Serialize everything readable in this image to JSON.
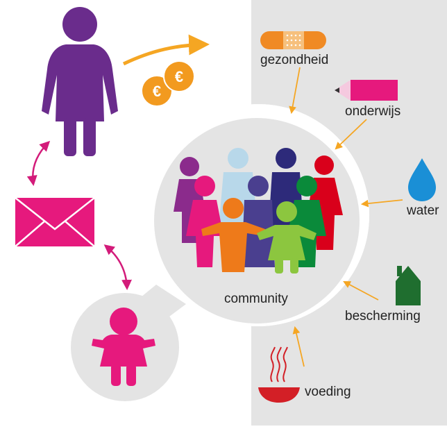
{
  "colors": {
    "background": "#ffffff",
    "ring": "#e4e4e4",
    "arrow_orange": "#f5a623",
    "arrow_magenta": "#d31b7a",
    "sponsor": "#6a2c8c",
    "envelope": "#e6197d",
    "child": "#e6197d",
    "coin": "#f29a1f",
    "pencil": "#e6197d",
    "water_drop": "#1a8fd6",
    "house": "#1f6e2f",
    "bowl": "#d31f26"
  },
  "icons": {
    "sponsor": "woman-figure-icon",
    "money": "euro-coins-icon",
    "letter": "envelope-icon",
    "child": "child-figure-icon",
    "health": "bandage-icon",
    "education": "pencil-icon",
    "water": "water-drop-icon",
    "protection": "house-icon",
    "food": "steaming-bowl-icon",
    "community": "group-of-people-icon"
  },
  "coins": [
    "€",
    "€"
  ],
  "labels": {
    "gezondheid": "gezondheid",
    "onderwijs": "onderwijs",
    "water": "water",
    "bescherming": "bescherming",
    "voeding": "voeding",
    "community": "community"
  }
}
